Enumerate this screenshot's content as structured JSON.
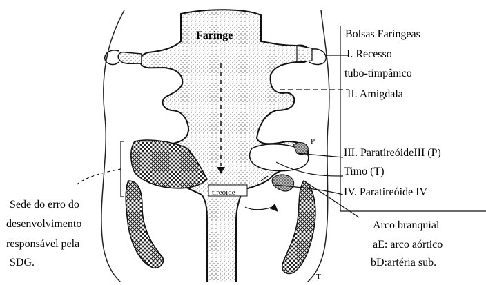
{
  "labels": {
    "pharynx": "Faringe",
    "thyroid": "tireoide",
    "legend_title": "Bolsas Faríngeas",
    "pouch1_a": "I. Recesso",
    "pouch1_b": "tubo-timpânico",
    "pouch2": "II. Amígdala",
    "pouch3_a": "III. ParatireóideIII (P)",
    "pouch3_b": "Timo (T)",
    "pouch4": "IV. Paratireóide IV",
    "site_1": "Sede do erro do",
    "site_2": "desenvolvimento",
    "site_3": "responsável pela",
    "site_4": "SDG.",
    "arch_1": "Arco branquial",
    "arch_2": "aE: arco aórtico",
    "arch_3": "bD:artéria sub.",
    "marker_p": "P",
    "marker_t": "T"
  }
}
